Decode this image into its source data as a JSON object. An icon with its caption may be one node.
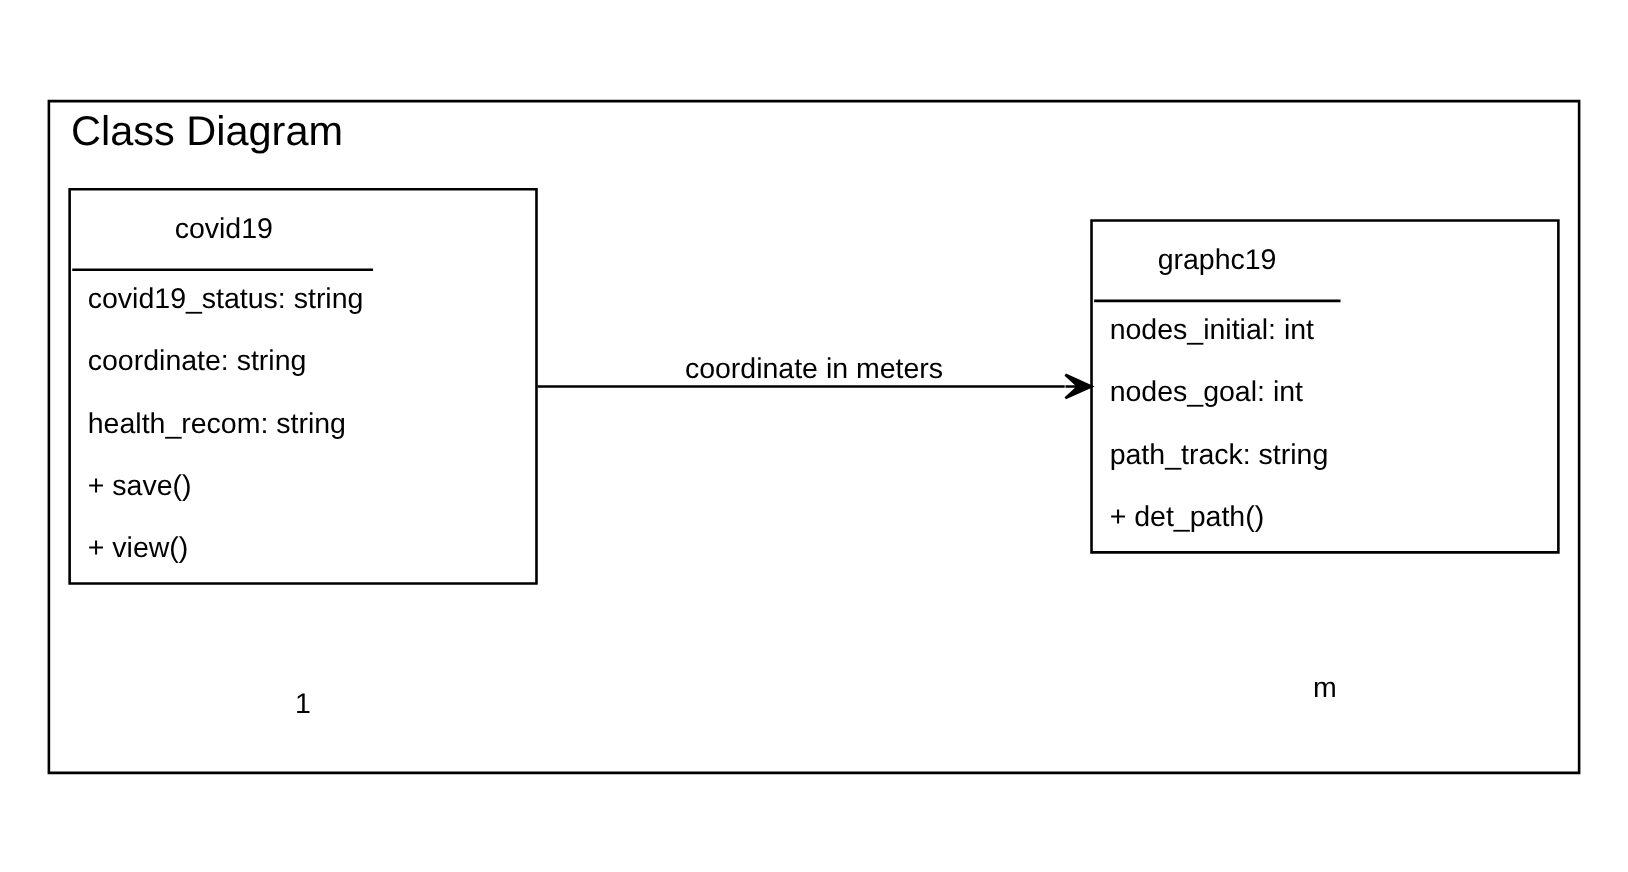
{
  "diagram": {
    "nodes": [
      {
        "text": [
          "Class Diagram"
        ]
      },
      {
        "text": [
          "covid19",
          "covid19_status: string",
          "coordinate: string",
          "health_recom: string",
          "+ save()",
          "+ view()"
        ],
        "in": 0
      },
      {
        "text": [
          "graphc19",
          "nodes_initial: int",
          "nodes_goal: int",
          "path_track: string",
          "+ det_path()"
        ],
        "in": 0
      }
    ],
    "edges": [
      {
        "from": 1,
        "to": 2,
        "arrow": "to",
        "label": "coordinate in meters"
      }
    ],
    "labels": [
      "1",
      "m"
    ]
  }
}
